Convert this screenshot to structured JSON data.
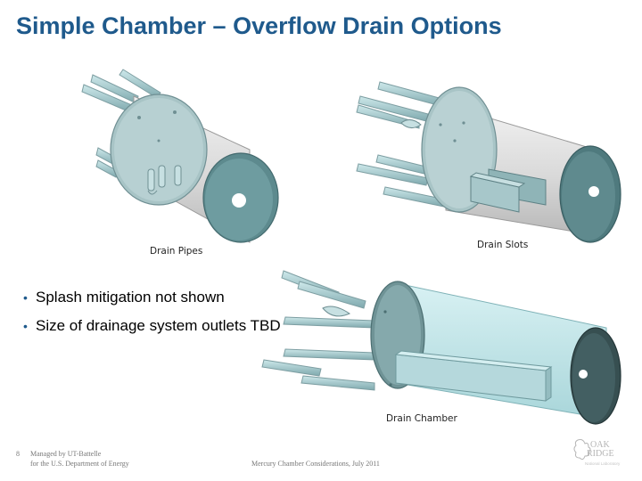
{
  "title": "Simple Chamber – Overflow Drain Options",
  "bullets": [
    "Splash mitigation not shown",
    "Size of drainage system outlets TBD"
  ],
  "captions": {
    "drain_pipes": "Drain Pipes",
    "drain_slots": "Drain Slots",
    "drain_chamber": "Drain Chamber"
  },
  "footer": {
    "page_number": "8",
    "managed_line1": "Managed by UT-Battelle",
    "managed_line2": "for the U.S. Department of Energy",
    "center": "Mercury Chamber Considerations, July 2011"
  },
  "logo": {
    "text_line1": "OAK",
    "text_line2": "RIDGE",
    "text_line3": "National Laboratory"
  }
}
